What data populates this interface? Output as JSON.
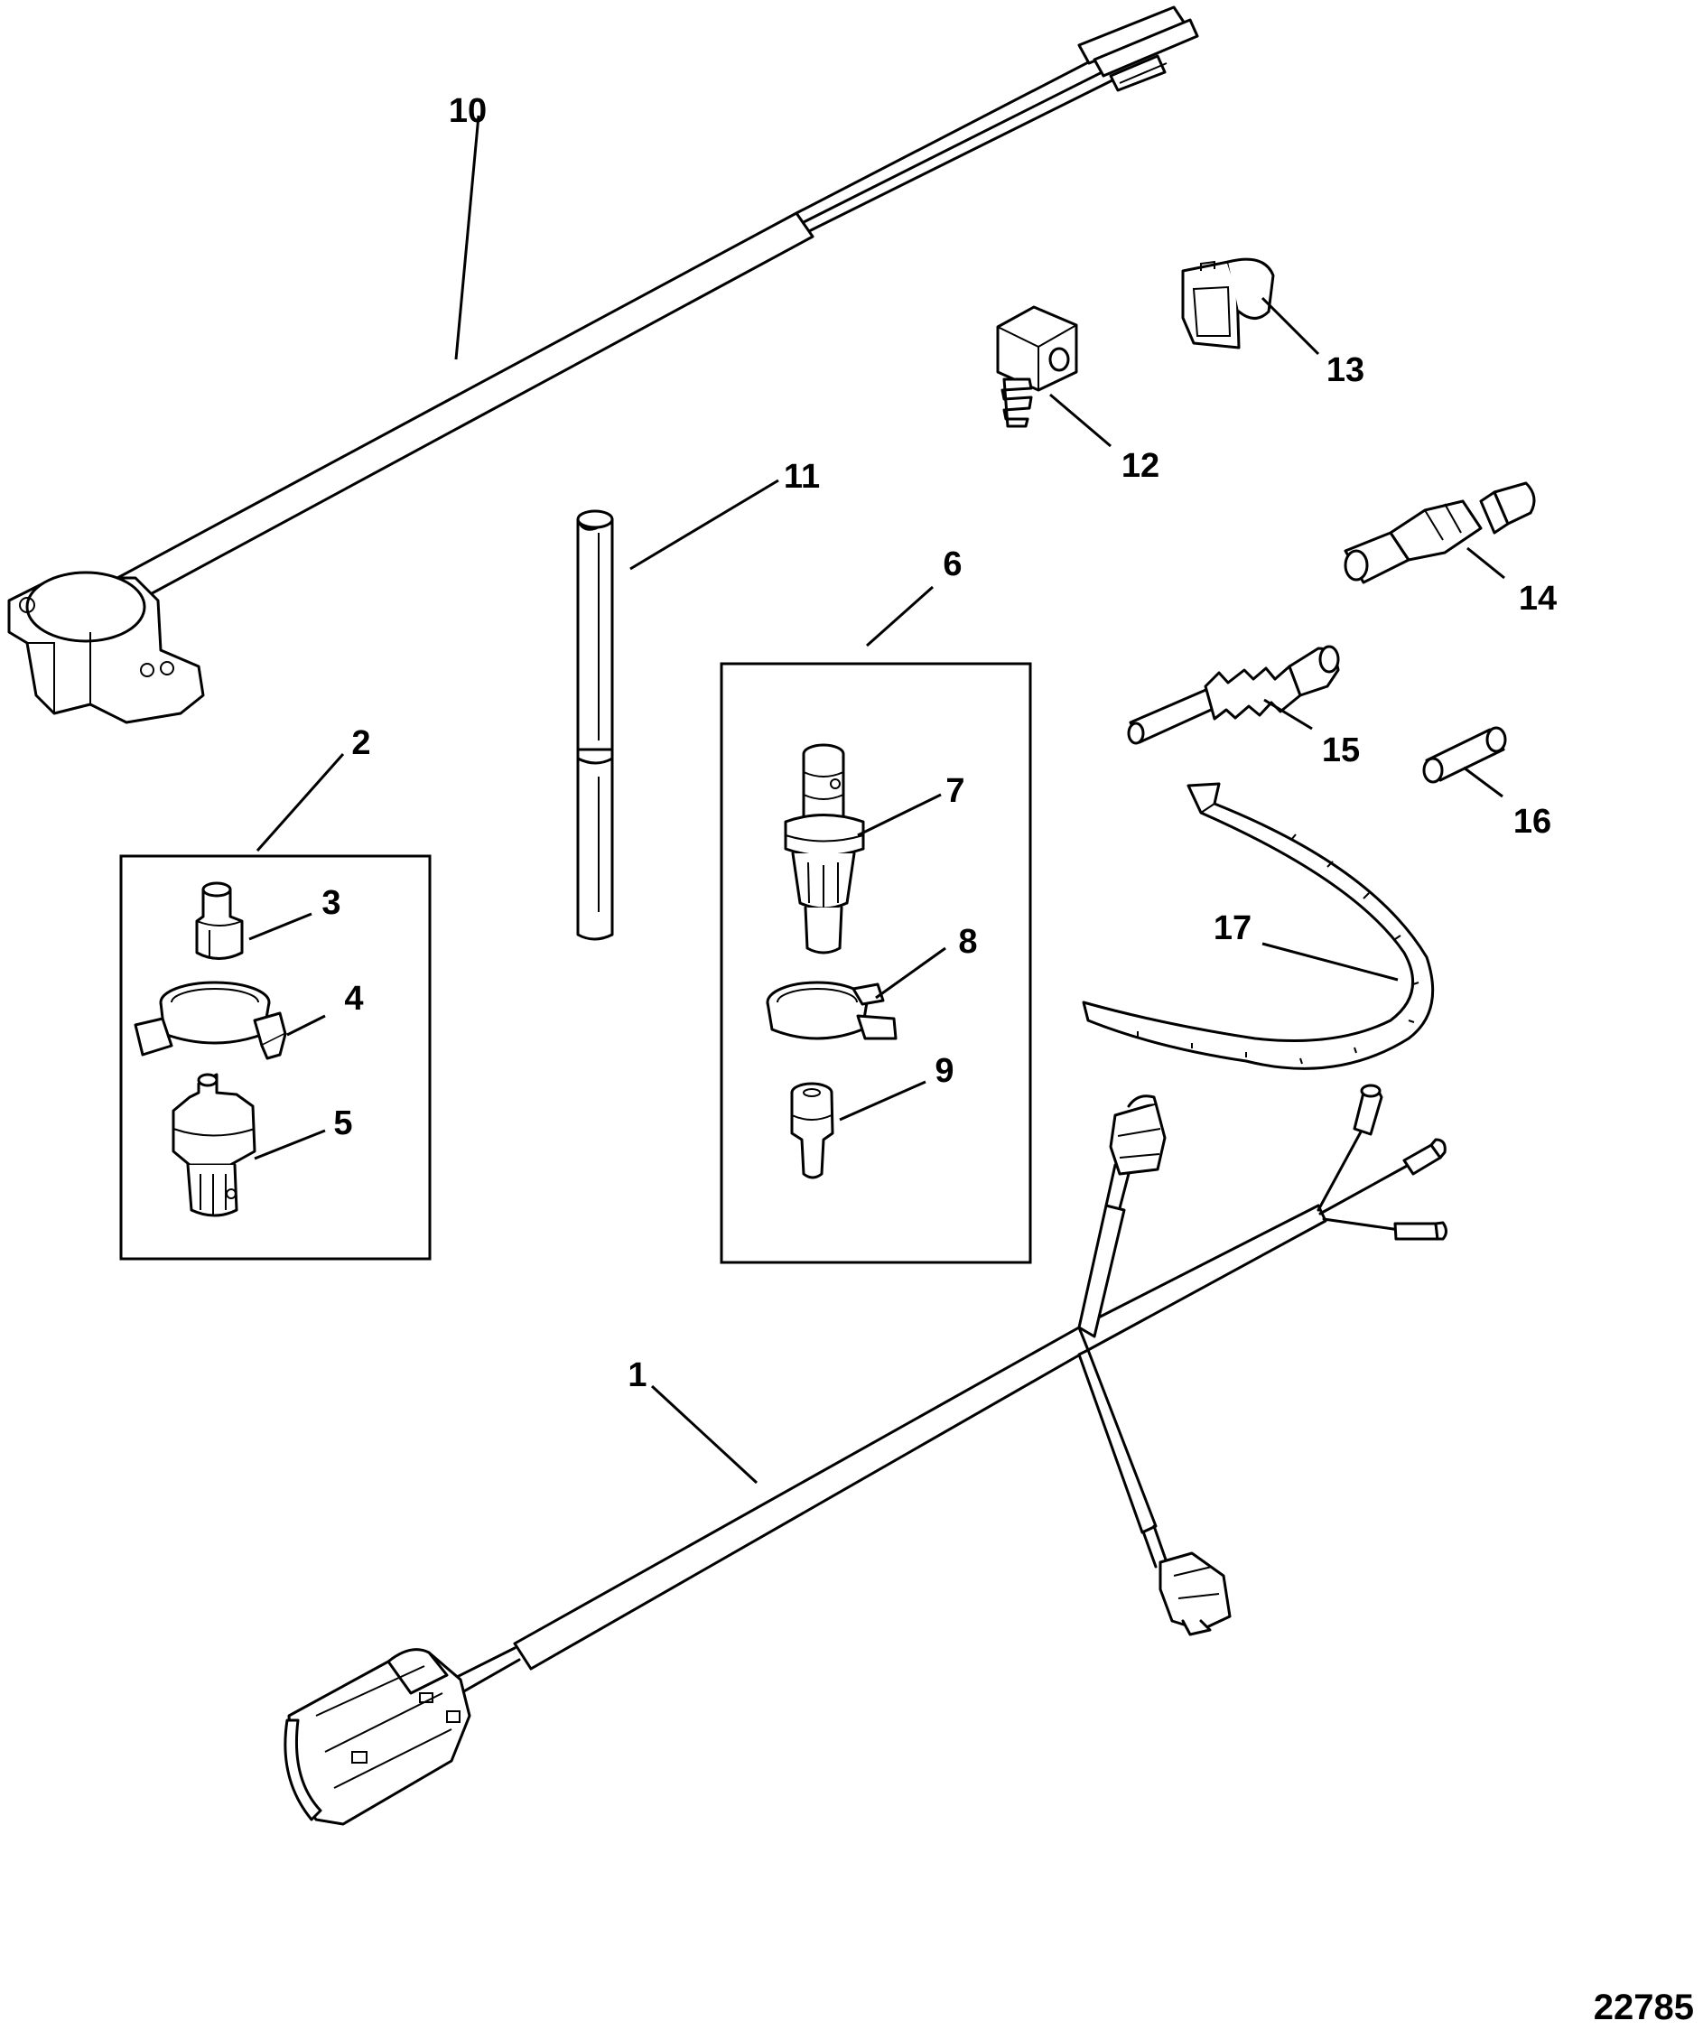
{
  "figure_id": "22785",
  "callouts": {
    "c1": "1",
    "c2": "2",
    "c3": "3",
    "c4": "4",
    "c5": "5",
    "c6": "6",
    "c7": "7",
    "c8": "8",
    "c9": "9",
    "c10": "10",
    "c11": "11",
    "c12": "12",
    "c13": "13",
    "c14": "14",
    "c15": "15",
    "c16": "16",
    "c17": "17"
  }
}
